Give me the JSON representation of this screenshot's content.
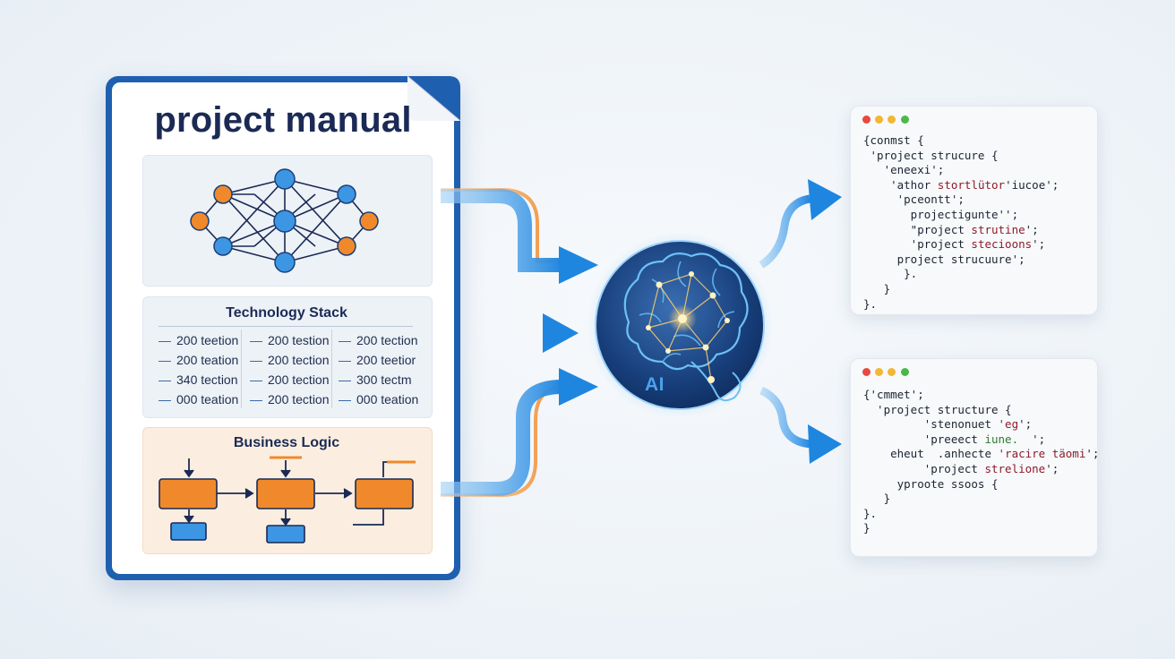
{
  "document": {
    "title": "project manual",
    "tech_stack": {
      "title": "Technology Stack",
      "columns": [
        [
          "200 teetion",
          "200 teation",
          "340 tection",
          "000 teation"
        ],
        [
          "200 testion",
          "200 tection",
          "200 tection",
          "200 tection"
        ],
        [
          "200 tection",
          "200 teetior",
          "300 tectm",
          "000 teation"
        ]
      ]
    },
    "business_logic": {
      "title": "Business Logic"
    }
  },
  "ai_node": {
    "label": "AI"
  },
  "code_cards": [
    {
      "lines": [
        [
          {
            "t": "{conmst {"
          }
        ],
        [
          {
            "t": " 'project strucure {"
          }
        ],
        [
          {
            "t": "   'eneexi';"
          }
        ],
        [
          {
            "t": "    'athor "
          },
          {
            "t": "stortlütor",
            "c": "str"
          },
          {
            "t": "'iucoe';"
          }
        ],
        [
          {
            "t": "     'pceontt';"
          }
        ],
        [
          {
            "t": "       projectigunte'';"
          }
        ],
        [
          {
            "t": "       \"project "
          },
          {
            "t": "strutine",
            "c": "str"
          },
          {
            "t": "';"
          }
        ],
        [
          {
            "t": "       'project "
          },
          {
            "t": "stecioons",
            "c": "str"
          },
          {
            "t": "';"
          }
        ],
        [
          {
            "t": "     project strucuure';"
          }
        ],
        [
          {
            "t": "      }."
          }
        ],
        [
          {
            "t": "   }"
          }
        ],
        [
          {
            "t": "}."
          }
        ]
      ]
    },
    {
      "lines": [
        [
          {
            "t": "{'cmmet';"
          }
        ],
        [
          {
            "t": "  'project structure {"
          }
        ],
        [
          {
            "t": "         'stenonuet "
          },
          {
            "t": "'eg",
            "c": "str"
          },
          {
            "t": "';"
          }
        ],
        [
          {
            "t": "         'preeect "
          },
          {
            "t": "iune.",
            "c": "grn"
          },
          {
            "t": "  ';"
          }
        ],
        [
          {
            "t": "    eheut  .anhecte "
          },
          {
            "t": "'racire täomi",
            "c": "str"
          },
          {
            "t": "';"
          }
        ],
        [
          {
            "t": "         'project "
          },
          {
            "t": "strelione",
            "c": "str"
          },
          {
            "t": "';"
          }
        ],
        [
          {
            "t": "     yproote ssoos {"
          }
        ],
        [
          {
            "t": "   }"
          }
        ],
        [
          {
            "t": "}."
          }
        ],
        [
          {
            "t": "}"
          }
        ]
      ]
    }
  ],
  "colors": {
    "navy": "#1b2a55",
    "doc_border": "#1f5fb0",
    "node_blue": "#3d96e3",
    "node_orange": "#f0892b",
    "flow_arrow": "#2f8fe0",
    "window_dots": [
      "#e8493f",
      "#f2b733",
      "#4cb84a"
    ]
  },
  "icons": [
    "document-fold-icon",
    "neural-network-icon",
    "flowchart-icon",
    "brain-icon",
    "window-controls-icon",
    "flow-arrow-icon"
  ]
}
